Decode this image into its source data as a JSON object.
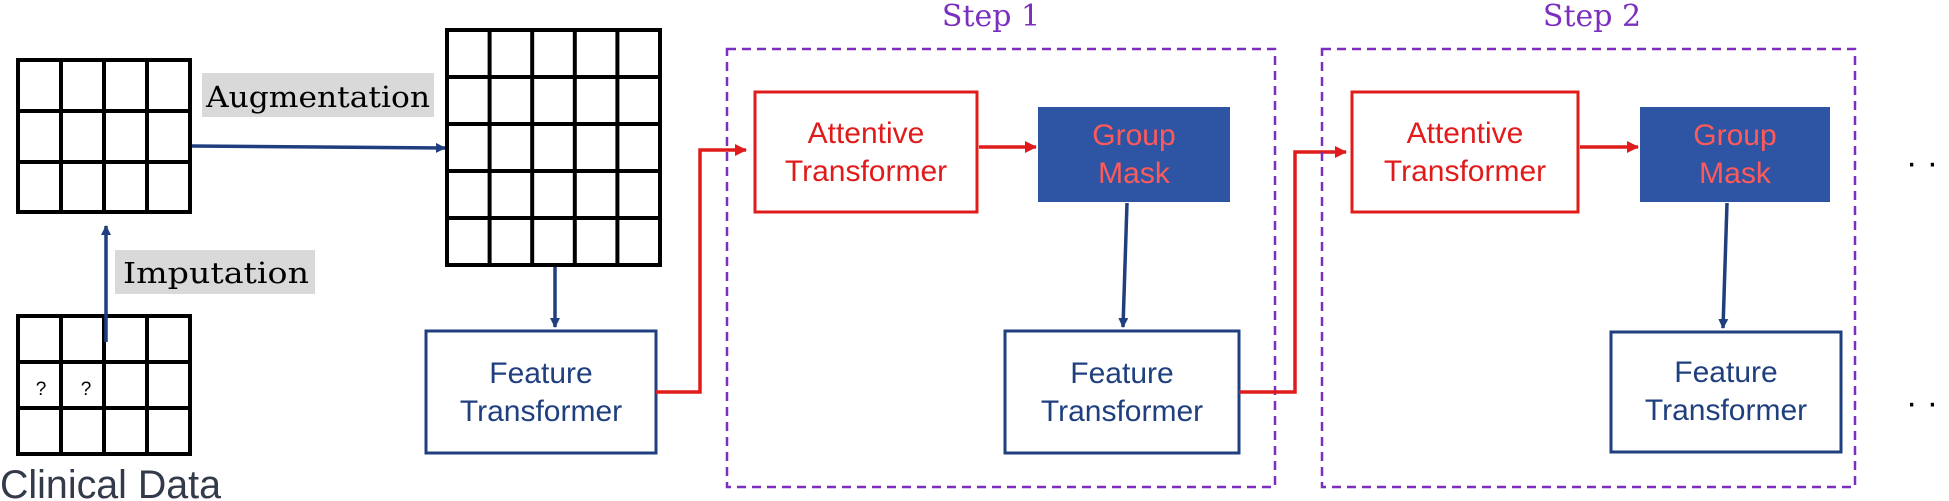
{
  "clinical_data_label": "Clinical Data",
  "missing_cell_marks": [
    "?",
    "?"
  ],
  "imputation_label": "Imputation",
  "augmentation_label": "Augmentation",
  "initial_feature_transformer": {
    "line1": "Feature",
    "line2": "Transformer"
  },
  "steps": [
    {
      "title": "Step 1",
      "attentive_transformer": {
        "line1": "Attentive",
        "line2": "Transformer"
      },
      "group_mask": {
        "line1": "Group",
        "line2": "Mask"
      },
      "feature_transformer": {
        "line1": "Feature",
        "line2": "Transformer"
      }
    },
    {
      "title": "Step 2",
      "attentive_transformer": {
        "line1": "Attentive",
        "line2": "Transformer"
      },
      "group_mask": {
        "line1": "Group",
        "line2": "Mask"
      },
      "feature_transformer": {
        "line1": "Feature",
        "line2": "Transformer"
      }
    }
  ],
  "continuation_marks": [
    "· · ·",
    "· · ·"
  ],
  "colors": {
    "grid": "#000000",
    "blue_line": "#1f3f7f",
    "red_line": "#e01b1b",
    "step_border": "#7b2fbf",
    "step_title": "#7b2fbf",
    "group_mask_fill": "#2e55a3",
    "group_mask_text": "#ff5a5a",
    "label_bg": "#d9d9d9"
  }
}
